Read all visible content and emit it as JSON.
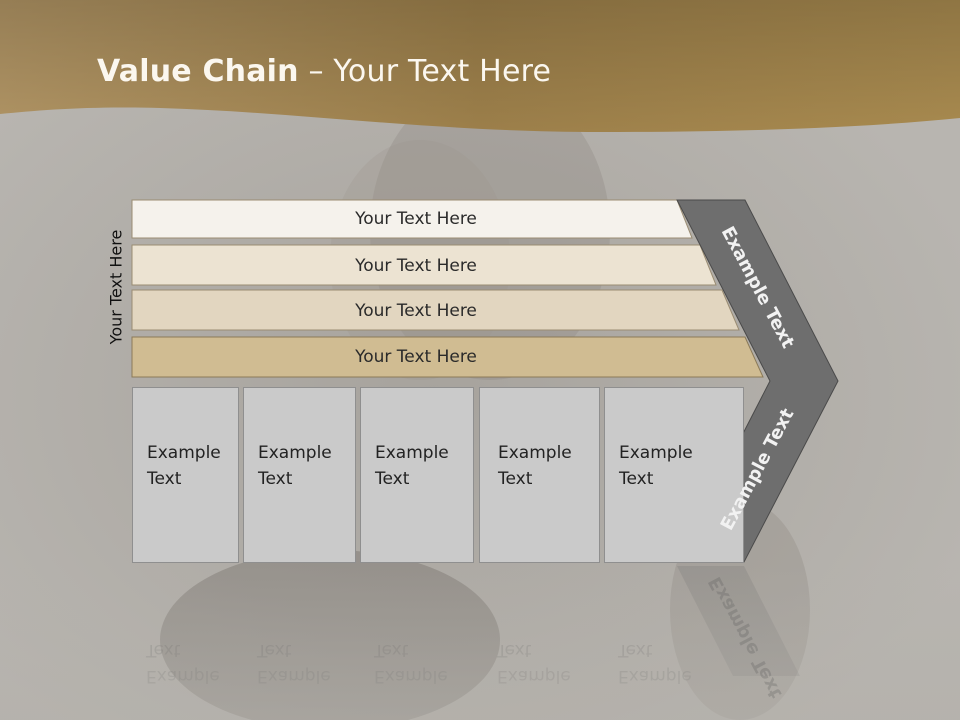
{
  "slide": {
    "title_bold": "Value Chain",
    "title_rest": " – Your Text Here",
    "vertical_label": "Your Text Here",
    "rows": [
      "Your Text Here",
      "Your Text Here",
      "Your Text Here",
      "Your Text Here"
    ],
    "columns": [
      {
        "line1": "Example",
        "line2": "Text"
      },
      {
        "line1": "Example",
        "line2": "Text"
      },
      {
        "line1": "Example",
        "line2": "Text"
      },
      {
        "line1": "Example",
        "line2": "Text"
      },
      {
        "line1": "Example",
        "line2": "Text"
      }
    ],
    "chevron_top": "Example Text",
    "chevron_bottom": "Example Text"
  },
  "colors": {
    "header": "#a4874f",
    "background": "#b3b0aa",
    "row1": "#f5f2ec",
    "row2": "#ece3d2",
    "row3": "#e2d6c0",
    "row4": "#d0bc92",
    "column": "#cacaca",
    "chevron": "#6e6e6e"
  }
}
